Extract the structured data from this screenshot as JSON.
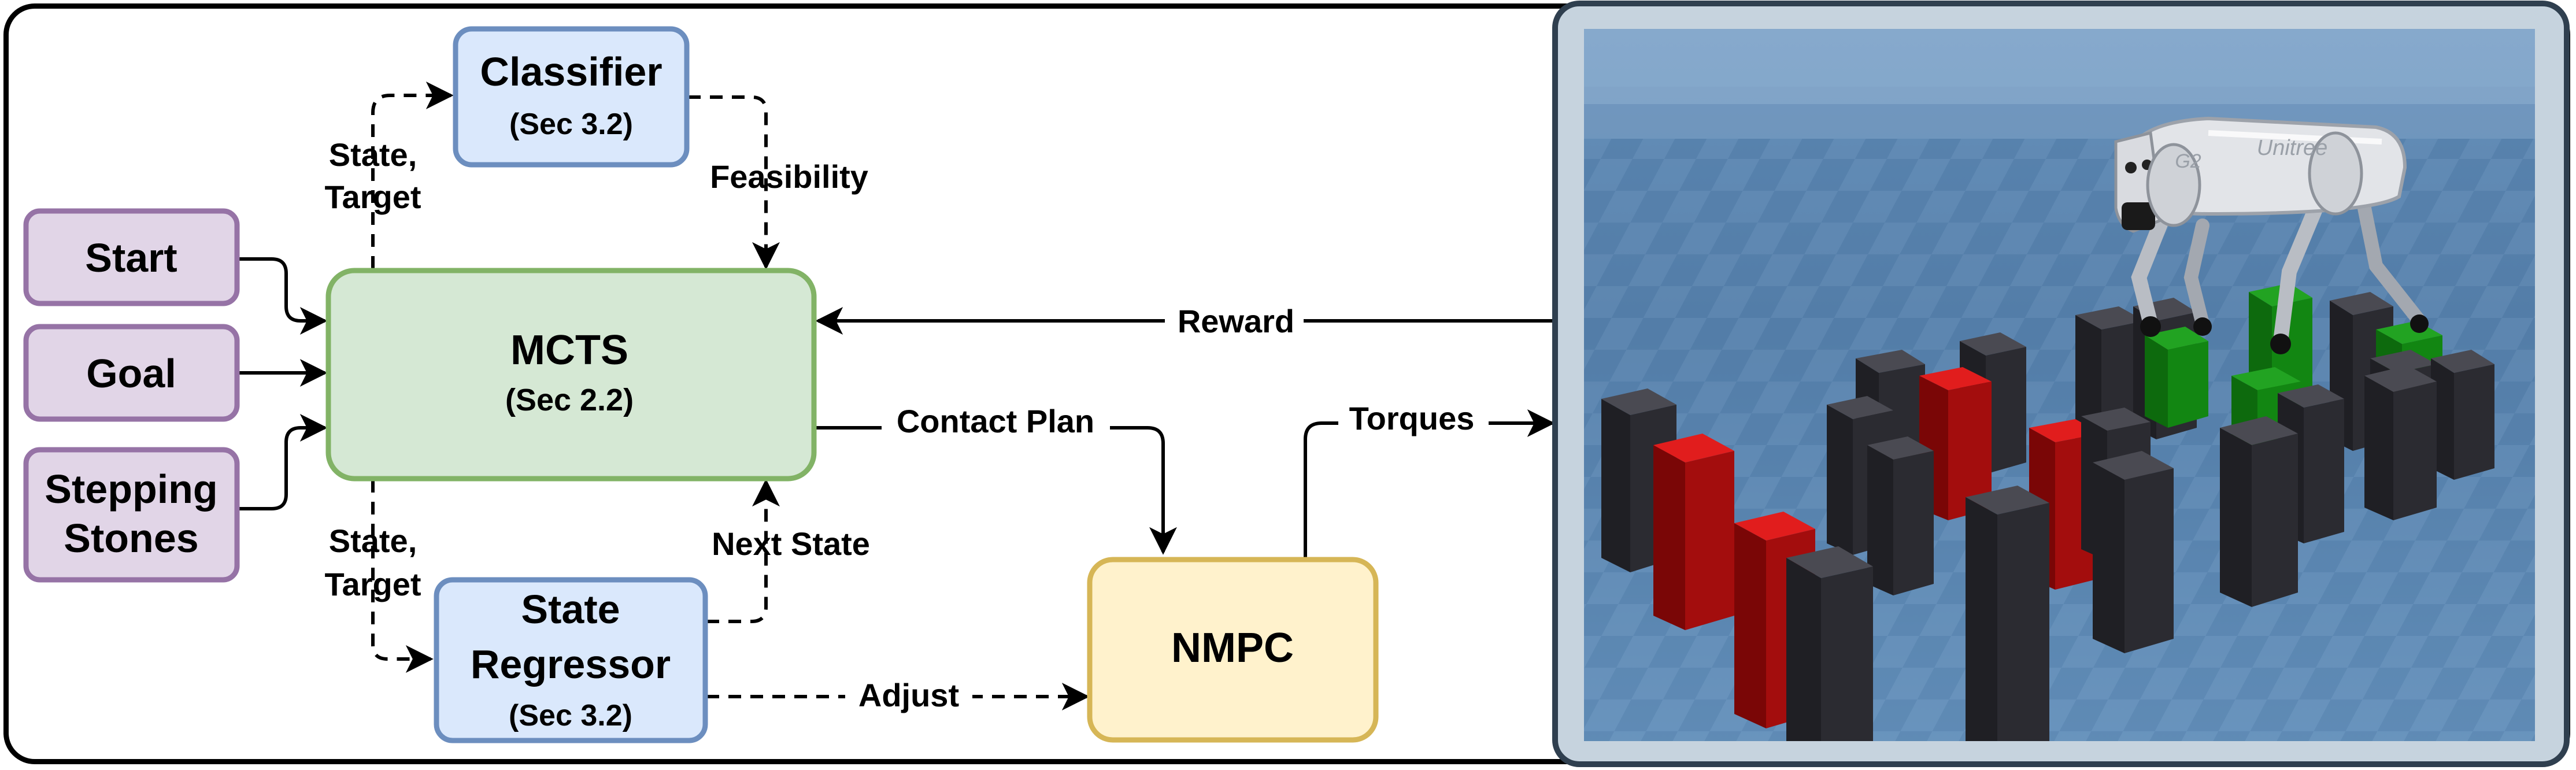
{
  "nodes": {
    "classifier": {
      "title": "Classifier",
      "sub": "(Sec 3.2)"
    },
    "start": {
      "title": "Start"
    },
    "goal": {
      "title": "Goal"
    },
    "stepping": {
      "line1": "Stepping",
      "line2": "Stones"
    },
    "mcts": {
      "title": "MCTS",
      "sub": "(Sec 2.2)"
    },
    "regressor": {
      "line1": "State",
      "line2": "Regressor",
      "sub": "(Sec 3.2)"
    },
    "nmpc": {
      "title": "NMPC"
    }
  },
  "edges": {
    "state_target_top": {
      "line1": "State,",
      "line2": "Target"
    },
    "feasibility": "Feasibility",
    "reward": "Reward",
    "contact_plan": "Contact Plan",
    "torques": "Torques",
    "state_target_bottom": {
      "line1": "State,",
      "line2": "Target"
    },
    "next_state": "Next State",
    "adjust": "Adjust"
  },
  "colors": {
    "purple_fill": "#e1d5e7",
    "purple_stroke": "#9673a6",
    "blue_fill": "#dae8fc",
    "blue_stroke": "#6c8ebf",
    "green_fill": "#d5e8d4",
    "green_stroke": "#82b366",
    "yellow_fill": "#fff2cc",
    "yellow_stroke": "#d6b656",
    "panel_frame": "#c6d3de",
    "panel_border": "#2f3f4f"
  },
  "scene": {
    "robot_brand": "Unitree",
    "robot_model": "G2"
  }
}
